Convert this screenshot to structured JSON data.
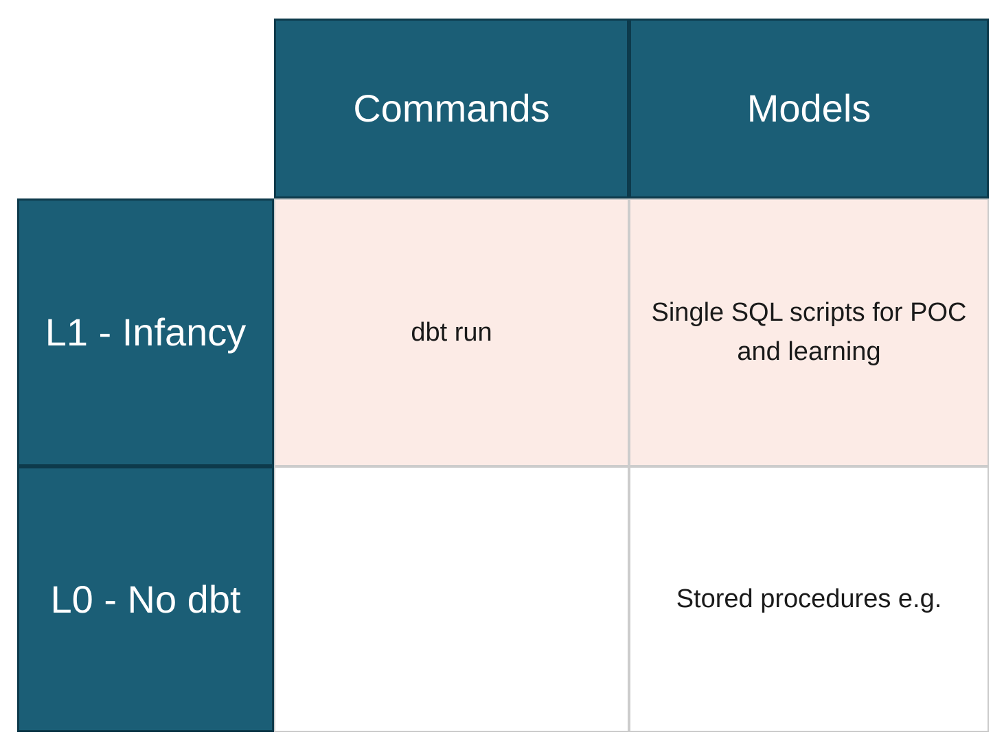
{
  "colors": {
    "header_bg": "#1b5e76",
    "header_border": "#0d3a4b",
    "header_text": "#ffffff",
    "row_l1_bg": "#fcebe6",
    "row_l0_bg": "#ffffff",
    "body_border": "#cccccc",
    "body_text": "#1a1a1a",
    "page_bg": "#ffffff"
  },
  "table": {
    "column_headers": [
      "Commands",
      "Models"
    ],
    "rows": [
      {
        "label": "L1 - Infancy",
        "commands": "dbt run",
        "models": "Single SQL scripts for POC and learning"
      },
      {
        "label": "L0 - No dbt",
        "commands": "",
        "models": "Stored procedures e.g."
      }
    ]
  }
}
